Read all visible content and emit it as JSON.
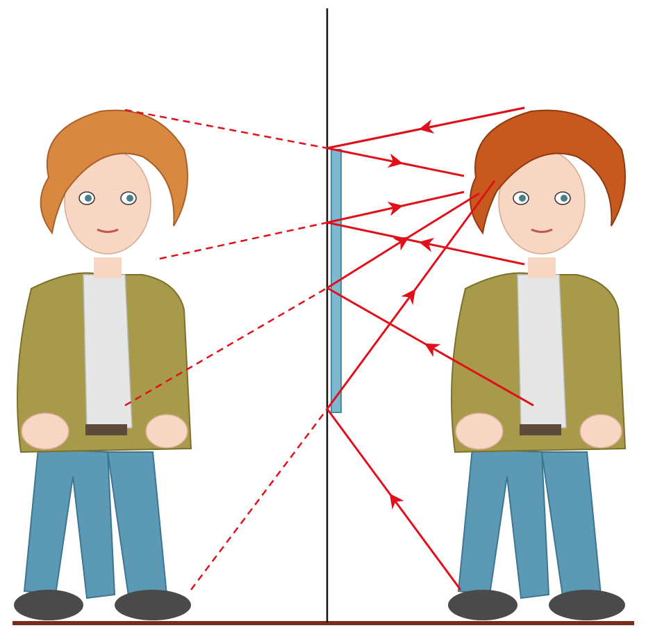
{
  "figure": {
    "subject": "plane-mirror-reflection",
    "colors": {
      "ray": "#e0101a",
      "mirror": "#7fb8cf",
      "mirror_edge": "#3f8ca8",
      "mirror_line": "#111111",
      "floor": "#7a2a1a",
      "hair_real": "#c8591e",
      "hair_image": "#d9893f",
      "skin": "#f7d6c3",
      "jacket": "#a89a4b",
      "shirt": "#e6e6e6",
      "jeans": "#5b99b5",
      "shoes": "#444444"
    },
    "real_person": {
      "name": "real-person",
      "icon": "boy-figure-icon"
    },
    "image_person": {
      "name": "mirror-image-person",
      "icon": "boy-figure-icon"
    },
    "rays": [
      {
        "name": "ray-hair-top",
        "icon": "ray-arrow-icon"
      },
      {
        "name": "ray-shoulder",
        "icon": "ray-arrow-icon"
      },
      {
        "name": "ray-waist",
        "icon": "ray-arrow-icon"
      },
      {
        "name": "ray-shoe",
        "icon": "ray-arrow-icon"
      }
    ]
  }
}
